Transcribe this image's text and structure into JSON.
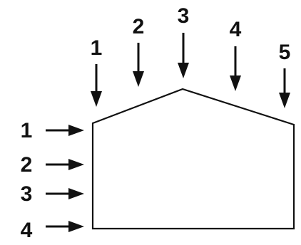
{
  "top_arrows": [
    {
      "label": "1"
    },
    {
      "label": "2"
    },
    {
      "label": "3"
    },
    {
      "label": "4"
    },
    {
      "label": "5"
    }
  ],
  "side_arrows": [
    {
      "label": "1"
    },
    {
      "label": "2"
    },
    {
      "label": "3"
    },
    {
      "label": "4"
    }
  ],
  "colors": {
    "ink": "#111111",
    "background": "#ffffff"
  }
}
